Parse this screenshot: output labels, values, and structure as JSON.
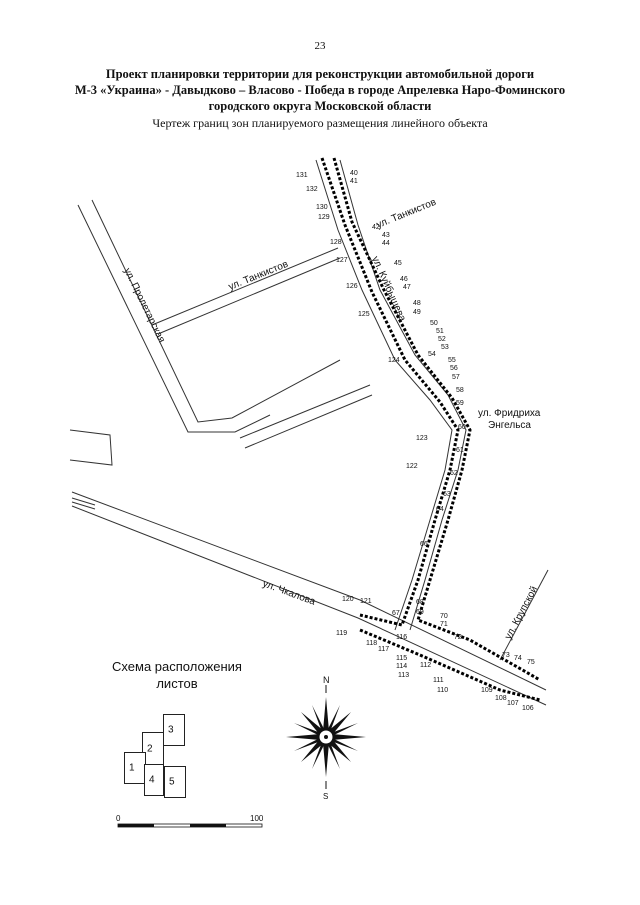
{
  "page": {
    "number": "23"
  },
  "header": {
    "title_lines": [
      "Проект планировки территории для реконструкции автомобильной дороги",
      "М-3 «Украина» - Давыдково – Власово - Победа в городе Апрелевка Наро-Фоминского",
      "городского округа  Московской области"
    ],
    "subtitle": "Чертеж границ зон планируемого размещения линейного объекта"
  },
  "streets": {
    "tankistov_upper": "ул. Танкистов",
    "tankistov_lower": "ул. Танкистов",
    "proletarskaya": "ул. Пролетарская",
    "kuibysheva": "ул. Куйбышева",
    "engels_line1": "ул. Фридриха",
    "engels_line2": "Энгельса",
    "chkalova": "ул. Чкалова",
    "krupskoy": "ул. Крупской"
  },
  "points": {
    "p40": "40",
    "p41": "41",
    "p42": "42",
    "p43": "43",
    "p44": "44",
    "p45": "45",
    "p46": "46",
    "p47": "47",
    "p48": "48",
    "p49": "49",
    "p50": "50",
    "p51": "51",
    "p52": "52",
    "p53": "53",
    "p54": "54",
    "p55": "55",
    "p56": "56",
    "p57": "57",
    "p58": "58",
    "p59": "59",
    "p60": "60",
    "p61": "61",
    "p62": "62",
    "p63": "63",
    "p64": "64",
    "p66": "66",
    "p67": "67",
    "p68": "68",
    "p69": "69",
    "p70": "70",
    "p71": "71",
    "p72": "72",
    "p73": "73",
    "p74": "74",
    "p75": "75",
    "p106": "106",
    "p107": "107",
    "p108": "108",
    "p109": "109",
    "p110": "110",
    "p111": "111",
    "p112": "112",
    "p113": "113",
    "p114": "114",
    "p115": "115",
    "p116": "116",
    "p117": "117",
    "p118": "118",
    "p119": "119",
    "p120": "120",
    "p121": "121",
    "p122": "122",
    "p123": "123",
    "p124": "124",
    "p125": "125",
    "p126": "126",
    "p127": "127",
    "p128": "128",
    "p129": "129",
    "p130": "130",
    "p131": "131",
    "p132": "132"
  },
  "scheme": {
    "title_line1": "Схема расположения",
    "title_line2": "листов",
    "sheets": [
      "1",
      "2",
      "3",
      "4",
      "5"
    ]
  },
  "compass": {
    "north": "N",
    "south": "S"
  },
  "scale": {
    "start": "0",
    "end": "100"
  }
}
